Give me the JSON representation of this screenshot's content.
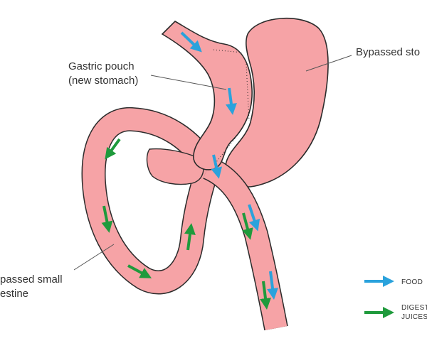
{
  "labels": {
    "gastric_pouch_line1": "Gastric pouch",
    "gastric_pouch_line2": "(new stomach)",
    "bypassed_stomach": "Bypassed sto",
    "bypassed_intestine_line1": "passed small",
    "bypassed_intestine_line2": "estine"
  },
  "legend": {
    "food": "FOOD",
    "digestive_line1": "DIGEST",
    "digestive_line2": "JUICES"
  },
  "colors": {
    "tissue_fill": "#f6a3a6",
    "tissue_outline": "#2b2b2b",
    "food_arrow": "#2aa2dc",
    "digestive_arrow": "#1f9a3c",
    "leader_line": "#555555"
  }
}
